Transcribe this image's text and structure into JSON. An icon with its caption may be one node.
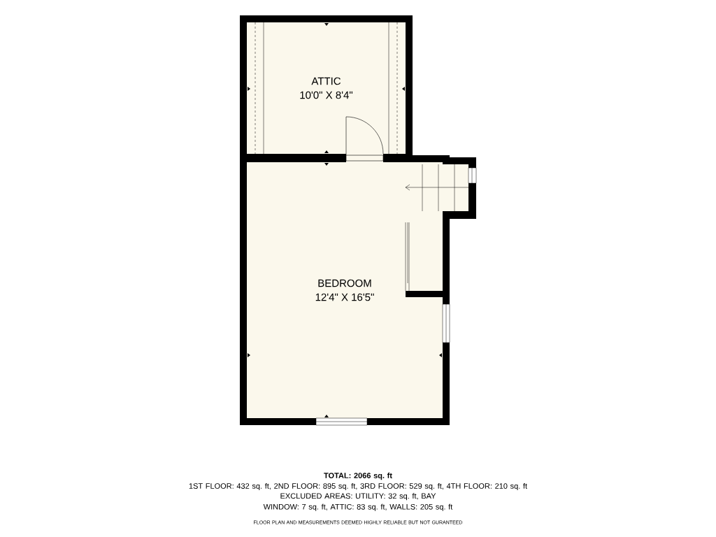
{
  "diagram": {
    "nodes": [
      {
        "text": [
          "ATTIC",
          "10'0\" X 8'4\""
        ]
      },
      {
        "text": [
          "BEDROOM",
          "12'4\" X 16'5\""
        ]
      }
    ],
    "labels": [
      "TOTAL: 2066 sq. ft",
      "1ST FLOOR: 432 sq. ft, 2ND FLOOR: 895 sq. ft, 3RD FLOOR: 529 sq. ft, 4TH FLOOR: 210 sq. ft",
      "EXCLUDED AREAS: UTILITY: 32 sq. ft, BAY WINDOW: 7 sq. ft, ATTIC: 83 sq. ft, WALLS: 205 sq. ft",
      "FLOOR PLAN AND MEASUREMENTS DEEMED HIGHLY RELIABLE BUT NOT GURANTEED"
    ]
  }
}
